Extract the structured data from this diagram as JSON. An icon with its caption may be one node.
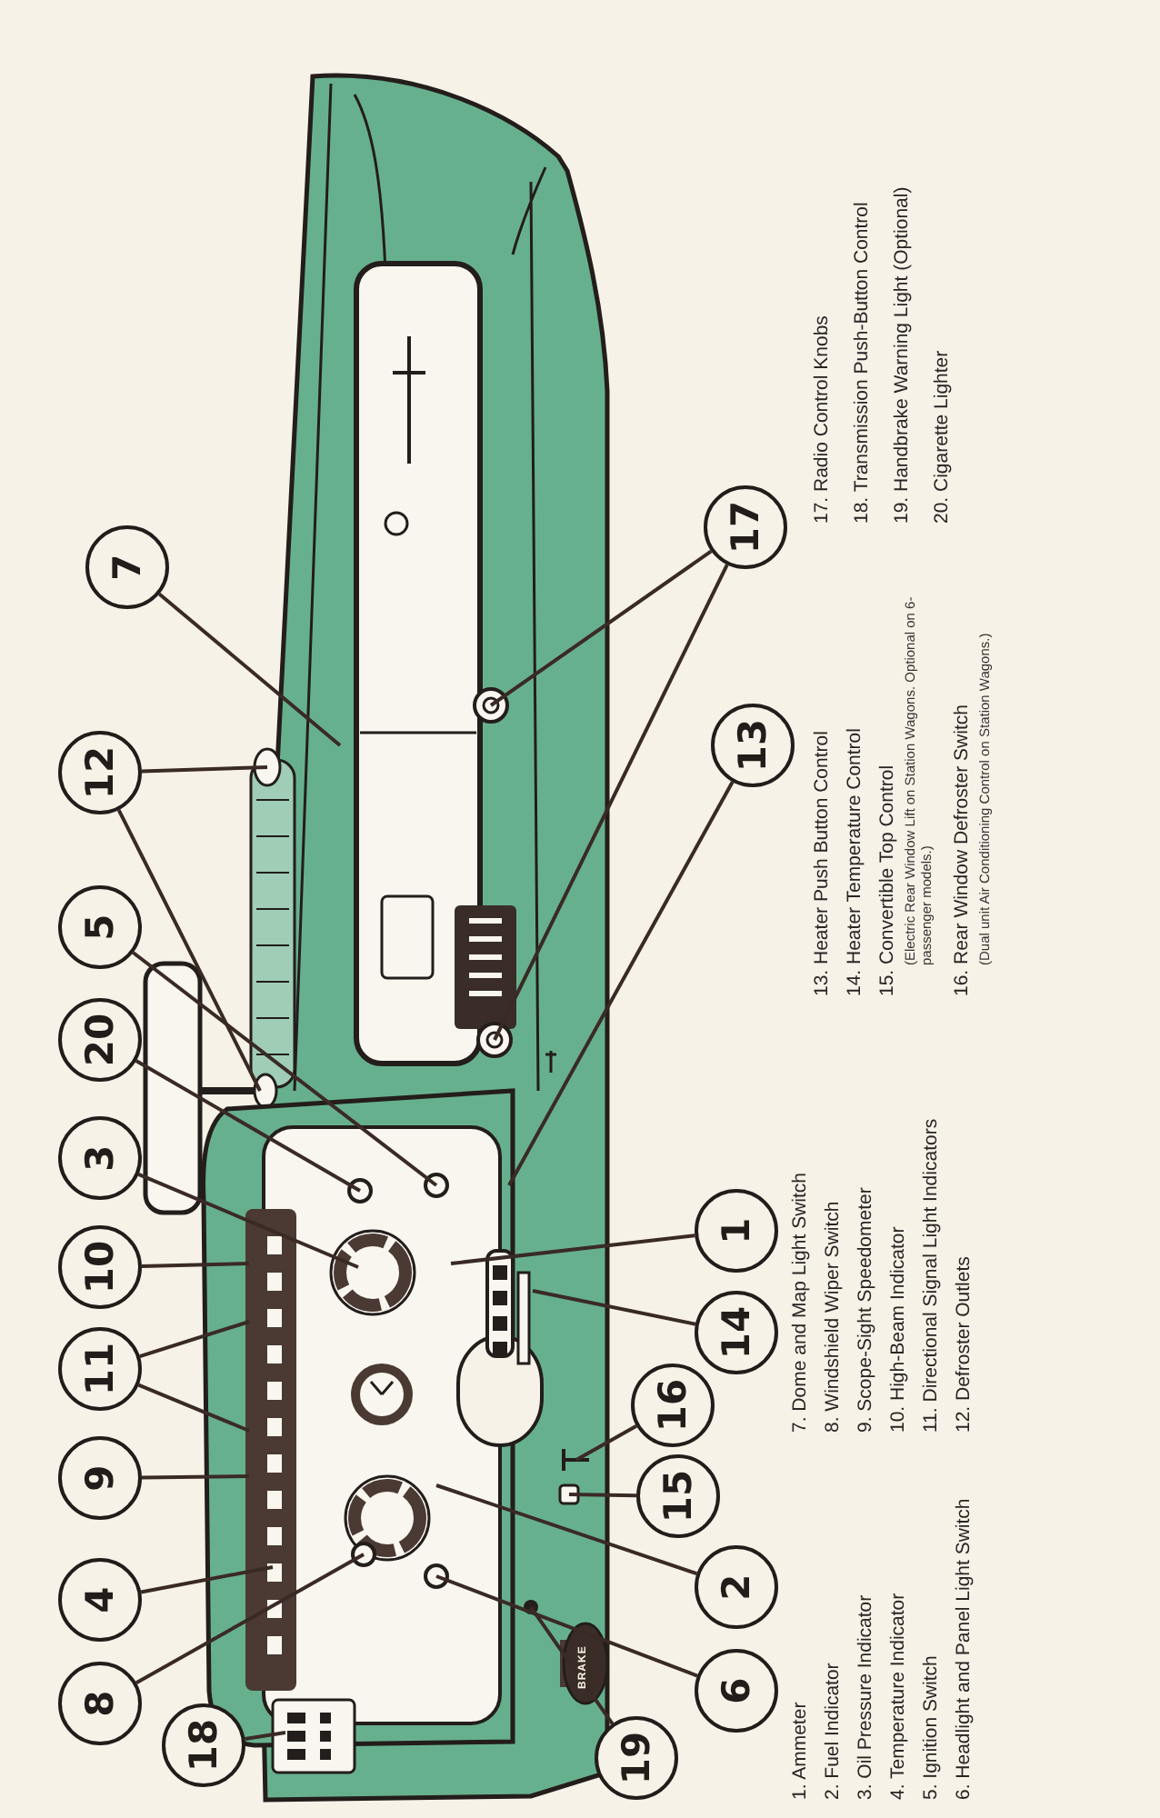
{
  "diagram": {
    "nodes": [
      {
        "text": [
          "1"
        ]
      },
      {
        "text": [
          "2"
        ]
      },
      {
        "text": [
          "3"
        ]
      },
      {
        "text": [
          "4"
        ]
      },
      {
        "text": [
          "5"
        ]
      },
      {
        "text": [
          "6"
        ]
      },
      {
        "text": [
          "7"
        ]
      },
      {
        "text": [
          "8"
        ]
      },
      {
        "text": [
          "9"
        ]
      },
      {
        "text": [
          "10"
        ]
      },
      {
        "text": [
          "11"
        ]
      },
      {
        "text": [
          "12"
        ]
      },
      {
        "text": [
          "13"
        ]
      },
      {
        "text": [
          "14"
        ]
      },
      {
        "text": [
          "15"
        ]
      },
      {
        "text": [
          "16"
        ]
      },
      {
        "text": [
          "17"
        ]
      },
      {
        "text": [
          "18"
        ]
      },
      {
        "text": [
          "19"
        ]
      },
      {
        "text": [
          "20"
        ]
      }
    ],
    "edges": [
      {
        "from": 0,
        "to": null,
        "arrow": "none"
      },
      {
        "from": 1,
        "to": null,
        "arrow": "none"
      },
      {
        "from": 2,
        "to": null,
        "arrow": "none"
      },
      {
        "from": 3,
        "to": null,
        "arrow": "none"
      },
      {
        "from": 4,
        "to": null,
        "arrow": "none"
      },
      {
        "from": 5,
        "to": null,
        "arrow": "none"
      },
      {
        "from": 6,
        "to": null,
        "arrow": "none"
      },
      {
        "from": 7,
        "to": null,
        "arrow": "none"
      },
      {
        "from": 8,
        "to": null,
        "arrow": "none"
      },
      {
        "from": 9,
        "to": null,
        "arrow": "none"
      },
      {
        "from": 10,
        "to": null,
        "arrow": "none"
      },
      {
        "from": 10,
        "to": null,
        "arrow": "none"
      },
      {
        "from": 11,
        "to": null,
        "arrow": "none"
      },
      {
        "from": 11,
        "to": null,
        "arrow": "none"
      },
      {
        "from": 12,
        "to": null,
        "arrow": "none"
      },
      {
        "from": 13,
        "to": null,
        "arrow": "none"
      },
      {
        "from": 14,
        "to": null,
        "arrow": "none"
      },
      {
        "from": 15,
        "to": null,
        "arrow": "none"
      },
      {
        "from": 16,
        "to": null,
        "arrow": "none"
      },
      {
        "from": 16,
        "to": null,
        "arrow": "none"
      },
      {
        "from": 17,
        "to": null,
        "arrow": "none"
      },
      {
        "from": 18,
        "to": null,
        "arrow": "none"
      },
      {
        "from": 19,
        "to": null,
        "arrow": "none"
      }
    ],
    "labels": [
      "BRAKE",
      "1. Ammeter",
      "2. Fuel Indicator",
      "3. Oil Pressure Indicator",
      "4. Temperature Indicator",
      "5. Ignition Switch",
      "6. Headlight and Panel Light Switch",
      "7. Dome and Map Light Switch",
      "8. Windshield Wiper Switch",
      "9. Scope-Sight Speedometer",
      "10. High-Beam Indicator",
      "11. Directional Signal Light Indicators",
      "12. Defroster Outlets",
      "13. Heater Push Button Control",
      "14. Heater Temperature Control",
      "15. Convertible Top Control",
      "(Electric Rear Window Lift on Station Wagons. Optional on 6-passenger models.)",
      "16. Rear Window Defroster Switch",
      "(Dual unit Air Conditioning Control on Station Wagons.)",
      "17. Radio Control Knobs",
      "18. Transmission Push-Button Control",
      "19. Handbrake Warning Light (Optional)",
      "20. Cigarette Lighter"
    ]
  }
}
